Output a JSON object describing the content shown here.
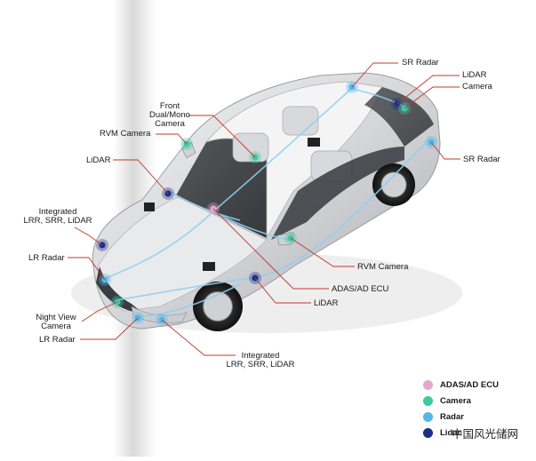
{
  "labels": {
    "sr_radar_top": "SR Radar",
    "lidar_rear": "LiDAR",
    "camera_rear": "Camera",
    "sr_radar_right": "SR Radar",
    "front_cam_1": "Front",
    "front_cam_2": "Dual/Mono",
    "front_cam_3": "Camera",
    "rvm_camera_left": "RVM Camera",
    "lidar_left": "LiDAR",
    "integrated_top_1": "Integrated",
    "integrated_top_2": "LRR, SRR, LiDAR",
    "lr_radar_top": "LR Radar",
    "night_view_1": "Night View",
    "night_view_2": "Camera",
    "lr_radar_bottom": "LR Radar",
    "rvm_camera_right": "RVM Camera",
    "adas_ecu": "ADAS/AD ECU",
    "lidar_bottom": "LiDAR",
    "integrated_bottom_1": "Integrated",
    "integrated_bottom_2": "LRR, SRR, LiDAR"
  },
  "legend": [
    {
      "label": "ADAS/AD ECU",
      "color": "#e6a6cf"
    },
    {
      "label": "Camera",
      "color": "#3ec9a4"
    },
    {
      "label": "Radar",
      "color": "#55b6ea"
    },
    {
      "label": "Lidar",
      "color": "#1e2f8a"
    }
  ],
  "watermark": "中国风光储网",
  "colors": {
    "leader_line": "#c0392b",
    "wiring": "#8fd0f2",
    "car_body": "#dcdde0"
  }
}
